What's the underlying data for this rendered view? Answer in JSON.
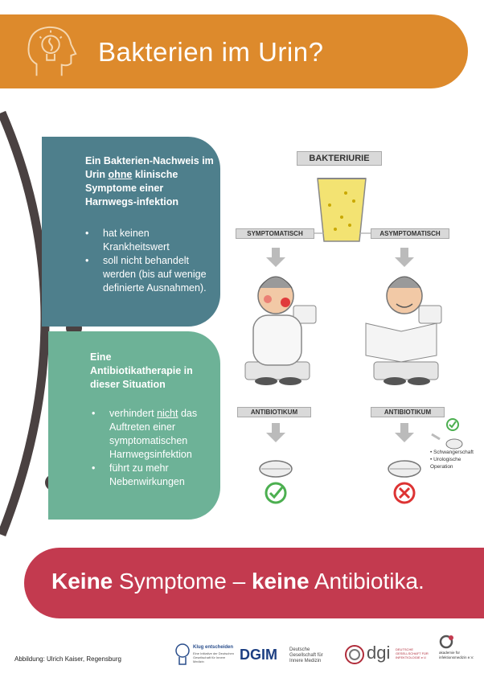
{
  "header": {
    "title": "Bakterien im Urin?"
  },
  "box1": {
    "heading_pre": "Ein Bakterien-Nachweis im Urin ",
    "heading_underlined": "ohne",
    "heading_post": " klinische Symptome einer Harnwegs-infektion",
    "bullets": [
      "hat keinen Krankheitswert",
      "soll nicht behandelt werden (bis auf wenige definierte Ausnahmen)."
    ]
  },
  "box2": {
    "heading": "Eine Antibiotikatherapie in dieser Situation",
    "bullet1_pre": "verhindert ",
    "bullet1_underlined": "nicht",
    "bullet1_post": " das Auftreten einer symptomatischen Harnwegsinfektion",
    "bullet2": "führt zu mehr Nebenwirkungen"
  },
  "illustration": {
    "title": "BAKTERIURIE",
    "left_label": "SYMPTOMATISCH",
    "right_label": "ASYMPTOMATISCH",
    "left_antibiotic": "ANTIBIOTIKUM",
    "right_antibiotic": "ANTIBIOTIKUM",
    "exceptions": [
      "• Schwangerschaft",
      "• Urologische Operation"
    ]
  },
  "footer": {
    "part1_bold": "Keine",
    "part2": " Symptome – ",
    "part3_bold": "keine",
    "part4": " Antibiotika."
  },
  "credit": "Abbildung: Ulrich Kaiser, Regensburg",
  "logos": {
    "klug_title": "Klug entscheiden",
    "klug_sub": "Eine Initiative der Deutschen Gesellschaft für Innere Medizin",
    "dgim": "DGIM",
    "dgim_sub1": "Deutsche",
    "dgim_sub2": "Gesellschaft für",
    "dgim_sub3": "Innere Medizin",
    "dgi": "dgi",
    "dgi_sub": "DEUTSCHE GESELLSCHAFT FÜR INFEKTIOLOGIE e.V.",
    "akademie": "akademie für infektionsmedizin e.V."
  },
  "colors": {
    "header": "#dd8a2c",
    "box1": "#4e7f8c",
    "box2": "#6db297",
    "footer": "#c33a4f",
    "check": "#4caf50",
    "cross": "#d33"
  }
}
